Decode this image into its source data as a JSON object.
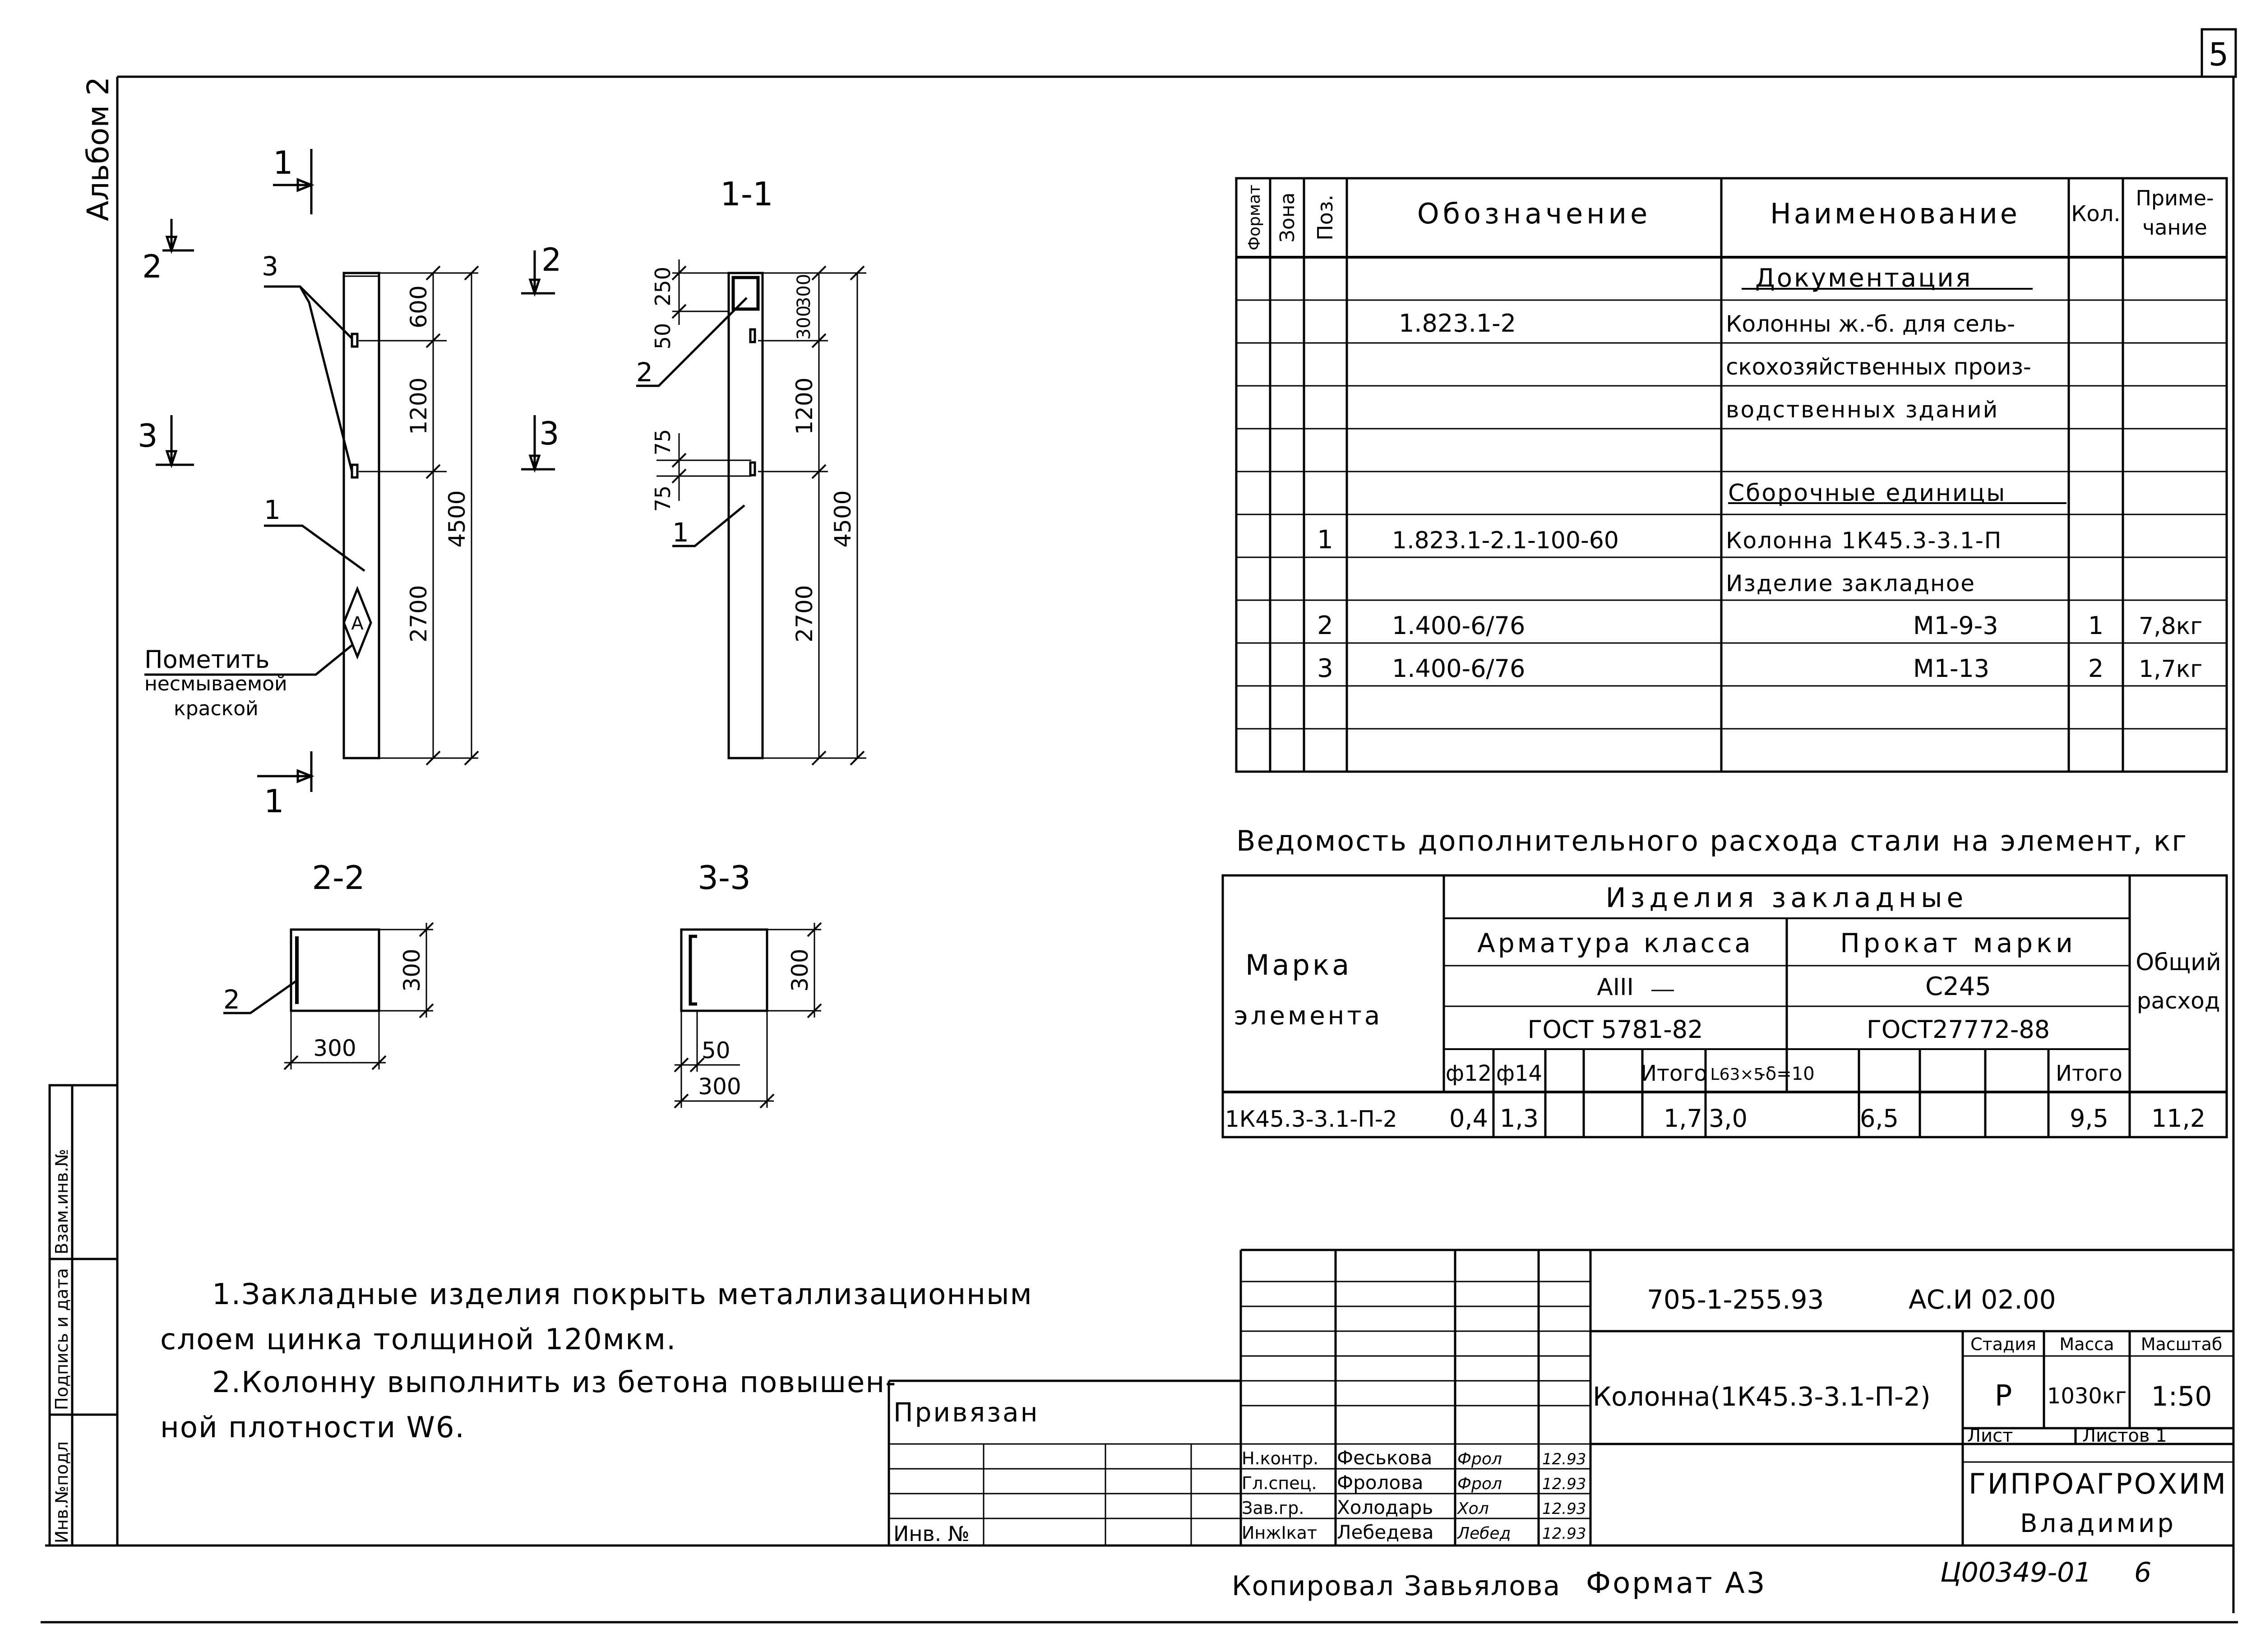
{
  "sheet": {
    "album": "Альбом 2",
    "sheet_no": "5",
    "copied_by": "Копировал Завьялова",
    "format": "Формат А3",
    "inventory_code": "Ц00349-01",
    "inventory_page": "6"
  },
  "side_stamp": {
    "c1": "Инв.№подл",
    "c2": "Подпись и дата",
    "c3": "Взам.инв.№"
  },
  "drawing": {
    "elevation": {
      "cut1_top": "1",
      "cut1_bottom": "1",
      "cut2_left": "2",
      "cut2_right": "2",
      "cut3_left": "3",
      "cut3_right": "3",
      "pos3": "3",
      "pos1": "1",
      "mark_letter": "А",
      "d600": "600",
      "d1200": "1200",
      "d2700": "2700",
      "d4500": "4500",
      "note_line1": "Пометить",
      "note_line2": "несмываемой",
      "note_line3": "краской"
    },
    "section11": {
      "title": "1-1",
      "d250": "250",
      "d50": "50",
      "d75a": "75",
      "d75b": "75",
      "d300": "300",
      "d300b": "300",
      "d1200": "1200",
      "d2700": "2700",
      "d4500": "4500",
      "pos2": "2",
      "pos1": "1"
    },
    "section22": {
      "title": "2-2",
      "d300v": "300",
      "d300h": "300",
      "pos2": "2"
    },
    "section33": {
      "title": "3-3",
      "d300v": "300",
      "d50": "50",
      "d300h": "300"
    }
  },
  "spec_table": {
    "headers": {
      "format": "Формат",
      "zone": "Зона",
      "pos": "Поз.",
      "designation": "Обозначение",
      "name": "Наименование",
      "qty": "Кол.",
      "note1": "Приме-",
      "note2": "чание"
    },
    "rows": [
      {
        "pos": "",
        "designation": "",
        "name": "Документация",
        "qty": "",
        "note": ""
      },
      {
        "pos": "",
        "designation": "1.823.1-2",
        "name": "Колонны ж.-б. для сель-",
        "qty": "",
        "note": ""
      },
      {
        "pos": "",
        "designation": "",
        "name": "скохозяйственных произ-",
        "qty": "",
        "note": ""
      },
      {
        "pos": "",
        "designation": "",
        "name": "водственных зданий",
        "qty": "",
        "note": ""
      },
      {
        "pos": "",
        "designation": "",
        "name": "",
        "qty": "",
        "note": ""
      },
      {
        "pos": "",
        "designation": "",
        "name": "Сборочные единицы",
        "qty": "",
        "note": ""
      },
      {
        "pos": "1",
        "designation": "1.823.1-2.1-100-60",
        "name": "Колонна 1К45.3-3.1-П",
        "qty": "",
        "note": ""
      },
      {
        "pos": "",
        "designation": "",
        "name": "Изделие закладное",
        "qty": "",
        "note": ""
      },
      {
        "pos": "2",
        "designation": "1.400-6/76",
        "name": "М1-9-3",
        "qty": "1",
        "note": "7,8кг"
      },
      {
        "pos": "3",
        "designation": "1.400-6/76",
        "name": "М1-13",
        "qty": "2",
        "note": "1,7кг"
      },
      {
        "pos": "",
        "designation": "",
        "name": "",
        "qty": "",
        "note": ""
      },
      {
        "pos": "",
        "designation": "",
        "name": "",
        "qty": "",
        "note": ""
      }
    ]
  },
  "steel_table": {
    "title": "Ведомость дополнительного расхода стали на элемент, кг",
    "mark_h1": "Марка",
    "mark_h2": "элемента",
    "embedded": "Изделия закладные",
    "rebar_class": "Арматура класса",
    "rebar_grade": "АIII",
    "rebar_gost": "ГОСТ 5781-82",
    "rolled": "Прокат марки",
    "rolled_grade": "С245",
    "rolled_gost": "ГОСТ27772-88",
    "total_h1": "Общий",
    "total_h2": "расход",
    "sub": [
      "ф12",
      "ф14",
      "",
      "",
      "Итого",
      "L63×5",
      "-δ=10",
      "",
      "",
      "Итого"
    ],
    "row": {
      "mark": "1К45.3-3.1-П-2",
      "vals": [
        "0,4",
        "1,3",
        "",
        "",
        "1,7",
        "3,0",
        "6,5",
        "",
        "",
        "9,5"
      ],
      "total": "11,2"
    }
  },
  "notes": {
    "n1a": "1.Закладные изделия покрыть металлизационным",
    "n1b": "слоем цинка толщиной 120мкм.",
    "n2a": "2.Колонну выполнить из бетона повышен-",
    "n2b": "ной плотности W6."
  },
  "title_block": {
    "doc_code": "705-1-255.93",
    "sheet_code": "АС.И 02.00",
    "title": "Колонна(1К45.3-3.1-П-2)",
    "stage_h": "Стадия",
    "mass_h": "Масса",
    "scale_h": "Масштаб",
    "stage": "Р",
    "mass": "1030кг",
    "scale": "1:50",
    "sheet_h": "Лист",
    "sheets_h": "Листов 1",
    "org1": "ГИПРОАГРОХИМ",
    "org2": "Владимир",
    "privyazan": "Привязан",
    "inv": "Инв. №",
    "roles": [
      {
        "role": "Н.контр.",
        "name": "Феськова",
        "sign": "Фрол",
        "date": "12.93"
      },
      {
        "role": "Гл.спец.",
        "name": "Фролова",
        "sign": "Фрол",
        "date": "12.93"
      },
      {
        "role": "Зав.гр.",
        "name": "Холодарь",
        "sign": "Хол",
        "date": "12.93"
      },
      {
        "role": "ИнжIкат",
        "name": "Лебедева",
        "sign": "Лебед",
        "date": "12.93"
      }
    ]
  }
}
